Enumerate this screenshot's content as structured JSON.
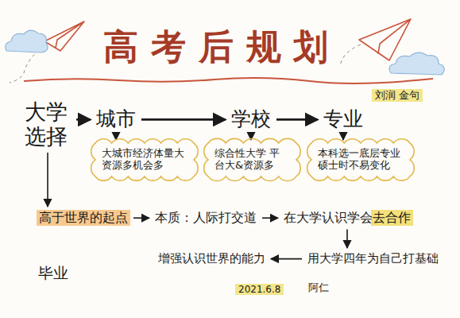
{
  "diagram": {
    "title": "高考后规划",
    "nodes": [
      {
        "text": [
          "大学选择"
        ]
      },
      {
        "text": [
          "城市"
        ]
      },
      {
        "text": [
          "学校"
        ]
      },
      {
        "text": [
          "专业"
        ]
      },
      {
        "text": [
          "大城市经济体量大 资源多机会多"
        ]
      },
      {
        "text": [
          "综合性大学 平台大&资源多"
        ]
      },
      {
        "text": [
          "本科选一底层专业 硕士时不易变化"
        ]
      },
      {
        "text": [
          "高于世界的起点"
        ]
      },
      {
        "text": [
          "本质：人际打交道"
        ]
      },
      {
        "text": [
          "在大学认识学会去合作"
        ]
      },
      {
        "text": [
          "用大学四年为自己打基础"
        ]
      },
      {
        "text": [
          "增强认识世界的能力"
        ]
      }
    ],
    "edges": [
      {
        "from": 0,
        "to": 1,
        "arrow": "to"
      },
      {
        "from": 1,
        "to": 2,
        "arrow": "to"
      },
      {
        "from": 2,
        "to": 3,
        "arrow": "to"
      },
      {
        "from": 1,
        "to": 4,
        "arrow": "to"
      },
      {
        "from": 2,
        "to": 5,
        "arrow": "to"
      },
      {
        "from": 3,
        "to": 6,
        "arrow": "to"
      },
      {
        "from": 0,
        "to": 7,
        "arrow": "to"
      },
      {
        "from": 7,
        "to": 8,
        "arrow": "to"
      },
      {
        "from": 8,
        "to": 9,
        "arrow": "to"
      },
      {
        "from": 9,
        "to": 10,
        "arrow": "to"
      },
      {
        "from": 10,
        "to": 11,
        "arrow": "to"
      }
    ],
    "labels": [
      "刘润 金句",
      "毕业",
      "2021.6.8",
      "阿仁"
    ]
  }
}
